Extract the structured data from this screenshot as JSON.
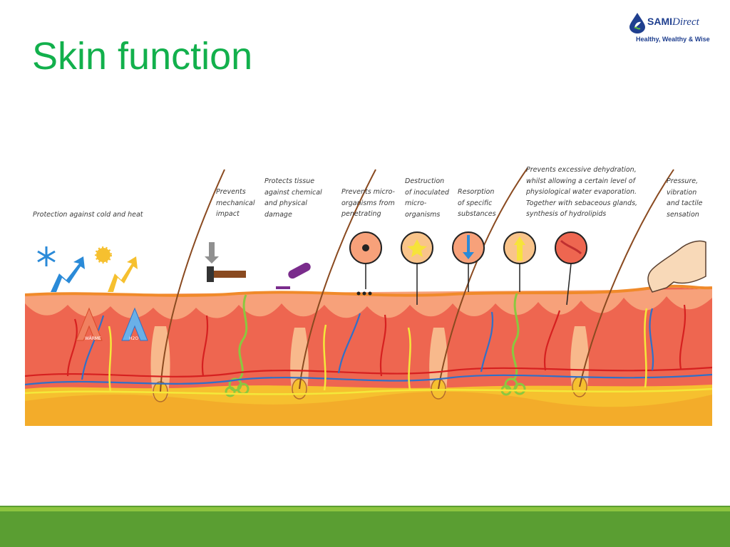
{
  "title": "Skin function",
  "logo": {
    "brand_bold": "SAMI",
    "brand_script": "Direct",
    "tagline": "Healthy, Wealthy & Wise"
  },
  "diagram": {
    "labels": {
      "cold_heat": "Protection against cold and heat",
      "mechanical": "Prevents\nmechanical\nimpact",
      "chemical": "Protects tissue\nagainst chemical\nand physical\ndamage",
      "microorganisms": "Prevents micro-\norganisms from\npenetrating",
      "destruction": "Destruction\nof inoculated\nmicro-\norganisms",
      "resorption": "Resorption\nof specific\nsubstances",
      "dehydration": "Prevents excessive dehydration,\nwhilst allowing a certain level of\nphysiological water evaporation.\nTogether with sebaceous glands,\nsynthesis of hydrolipids",
      "pressure": "Pressure,\nvibration\nand tactile\nsensation",
      "warmth": "WÄRME",
      "h2o": "H2O"
    }
  },
  "colors": {
    "title": "#12b04c",
    "footer": "#5a9e32",
    "epidermis": "#f7a17a",
    "dermis": "#ee6650",
    "subcutis": "#f6c02f"
  }
}
